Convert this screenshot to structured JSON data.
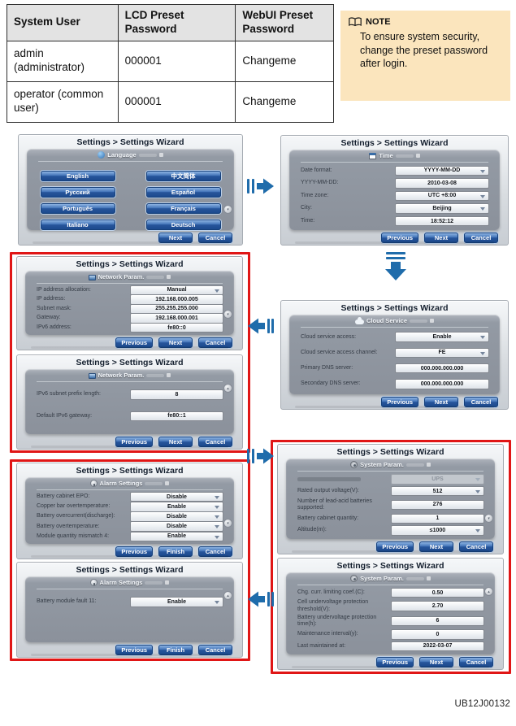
{
  "figure_id": "UB12J00132",
  "colors": {
    "accent_blue": "#1f6cab",
    "highlight_red": "#e01616",
    "note_bg": "#fbe5bd",
    "button_blue": "#27559b"
  },
  "table": {
    "headers": [
      "System User",
      "LCD Preset Password",
      "WebUI Preset Password"
    ],
    "rows": [
      [
        "admin (administrator)",
        "000001",
        "Changeme"
      ],
      [
        "operator (common user)",
        "000001",
        "Changeme"
      ]
    ]
  },
  "note": {
    "title": "NOTE",
    "text": "To ensure system security, change the preset password after login."
  },
  "wizard_title": "Settings > Settings Wizard",
  "panels": [
    {
      "id": "language",
      "header": "Language",
      "icon": "globe-icon",
      "scroll": "down",
      "buttons": [
        "English",
        "中文简体",
        "Русский",
        "Español",
        "Português",
        "Français",
        "Italiano",
        "Deutsch"
      ],
      "footer": [
        "Next",
        "Cancel"
      ]
    },
    {
      "id": "time",
      "header": "Time",
      "icon": "calendar-icon",
      "scroll": null,
      "fields": [
        {
          "label": "Date format:",
          "value": "YYYY-MM-DD",
          "dropdown": true
        },
        {
          "label": "YYYY-MM-DD:",
          "value": "2010-03-08",
          "dropdown": false
        },
        {
          "label": "Time zone:",
          "value": "UTC +8:00",
          "dropdown": true
        },
        {
          "label": "City:",
          "value": "Beijing",
          "dropdown": true
        },
        {
          "label": "Time:",
          "value": "18:52:12",
          "dropdown": false
        }
      ],
      "footer": [
        "Previous",
        "Next",
        "Cancel"
      ]
    },
    {
      "id": "network-1",
      "header": "Network Param.",
      "icon": "network-icon",
      "scroll": "down",
      "fields": [
        {
          "label": "IP address allocation:",
          "value": "Manual",
          "dropdown": true
        },
        {
          "label": "IP address:",
          "value": "192.168.000.005",
          "dropdown": false
        },
        {
          "label": "Subnet mask:",
          "value": "255.255.255.000",
          "dropdown": false
        },
        {
          "label": "Gateway:",
          "value": "192.168.000.001",
          "dropdown": false
        },
        {
          "label": "IPv6 address:",
          "value": "fe80::0",
          "dropdown": false
        }
      ],
      "footer": [
        "Previous",
        "Next",
        "Cancel"
      ]
    },
    {
      "id": "network-2",
      "header": "Network Param.",
      "icon": "network-icon",
      "scroll": "up",
      "fields": [
        {
          "label": "IPv6 subnet prefix length:",
          "value": "8",
          "dropdown": false
        },
        {
          "label": "Default IPv6 gateway:",
          "value": "fe80::1",
          "dropdown": false
        }
      ],
      "footer": [
        "Previous",
        "Next",
        "Cancel"
      ]
    },
    {
      "id": "cloud",
      "header": "Cloud Service",
      "icon": "cloud-icon",
      "scroll": null,
      "fields": [
        {
          "label": "Cloud service access:",
          "value": "Enable",
          "dropdown": true
        },
        {
          "label": "Cloud service access channel:",
          "value": "FE",
          "dropdown": true
        },
        {
          "label": "Primary DNS server:",
          "value": "000.000.000.000",
          "dropdown": false
        },
        {
          "label": "Secondary DNS server:",
          "value": "000.000.000.000",
          "dropdown": false
        }
      ],
      "footer": [
        "Previous",
        "Next",
        "Cancel"
      ]
    },
    {
      "id": "system-1",
      "header": "System Param.",
      "icon": "system-icon",
      "scroll": "down",
      "fields": [
        {
          "label": "",
          "value": "UPS",
          "dropdown": true,
          "disabled": true
        },
        {
          "label": "Rated output voltage(V):",
          "value": "512",
          "dropdown": true
        },
        {
          "label": "Number of lead-acid batteries supported:",
          "value": "276",
          "dropdown": false
        },
        {
          "label": "Battery cabinet quantity:",
          "value": "1",
          "dropdown": false
        },
        {
          "label": "Altitude(m):",
          "value": "≤1000",
          "dropdown": true
        }
      ],
      "footer": [
        "Previous",
        "Next",
        "Cancel"
      ]
    },
    {
      "id": "system-2",
      "header": "System Param.",
      "icon": "system-icon",
      "scroll": "up",
      "fields": [
        {
          "label": "Chg. curr. limiting coef.(C):",
          "value": "0.50",
          "dropdown": false
        },
        {
          "label": "Cell undervoltage protection threshold(V):",
          "value": "2.70",
          "dropdown": false
        },
        {
          "label": "Battery undervoltage protection time(h):",
          "value": "6",
          "dropdown": false
        },
        {
          "label": "Maintenance interval(y):",
          "value": "0",
          "dropdown": false
        },
        {
          "label": "Last maintained at:",
          "value": "2022-03-07",
          "dropdown": false
        }
      ],
      "footer": [
        "Previous",
        "Next",
        "Cancel"
      ]
    },
    {
      "id": "alarm-1",
      "header": "Alarm Settings",
      "icon": "alarm-icon",
      "scroll": "down",
      "fields": [
        {
          "label": "Battery cabinet EPO:",
          "value": "Disable",
          "dropdown": true
        },
        {
          "label": "Copper bar overtemperature:",
          "value": "Enable",
          "dropdown": true
        },
        {
          "label": "Battery overcurrent(discharge):",
          "value": "Disable",
          "dropdown": true
        },
        {
          "label": "Battery overtemperature:",
          "value": "Disable",
          "dropdown": true
        },
        {
          "label": "Module quantity mismatch 4:",
          "value": "Enable",
          "dropdown": true
        }
      ],
      "footer": [
        "Previous",
        "Finish",
        "Cancel"
      ]
    },
    {
      "id": "alarm-2",
      "header": "Alarm Settings",
      "icon": "alarm-icon",
      "scroll": "up",
      "fields": [
        {
          "label": "Battery module fault 11:",
          "value": "Enable",
          "dropdown": true
        }
      ],
      "footer": [
        "Previous",
        "Finish",
        "Cancel"
      ]
    }
  ]
}
